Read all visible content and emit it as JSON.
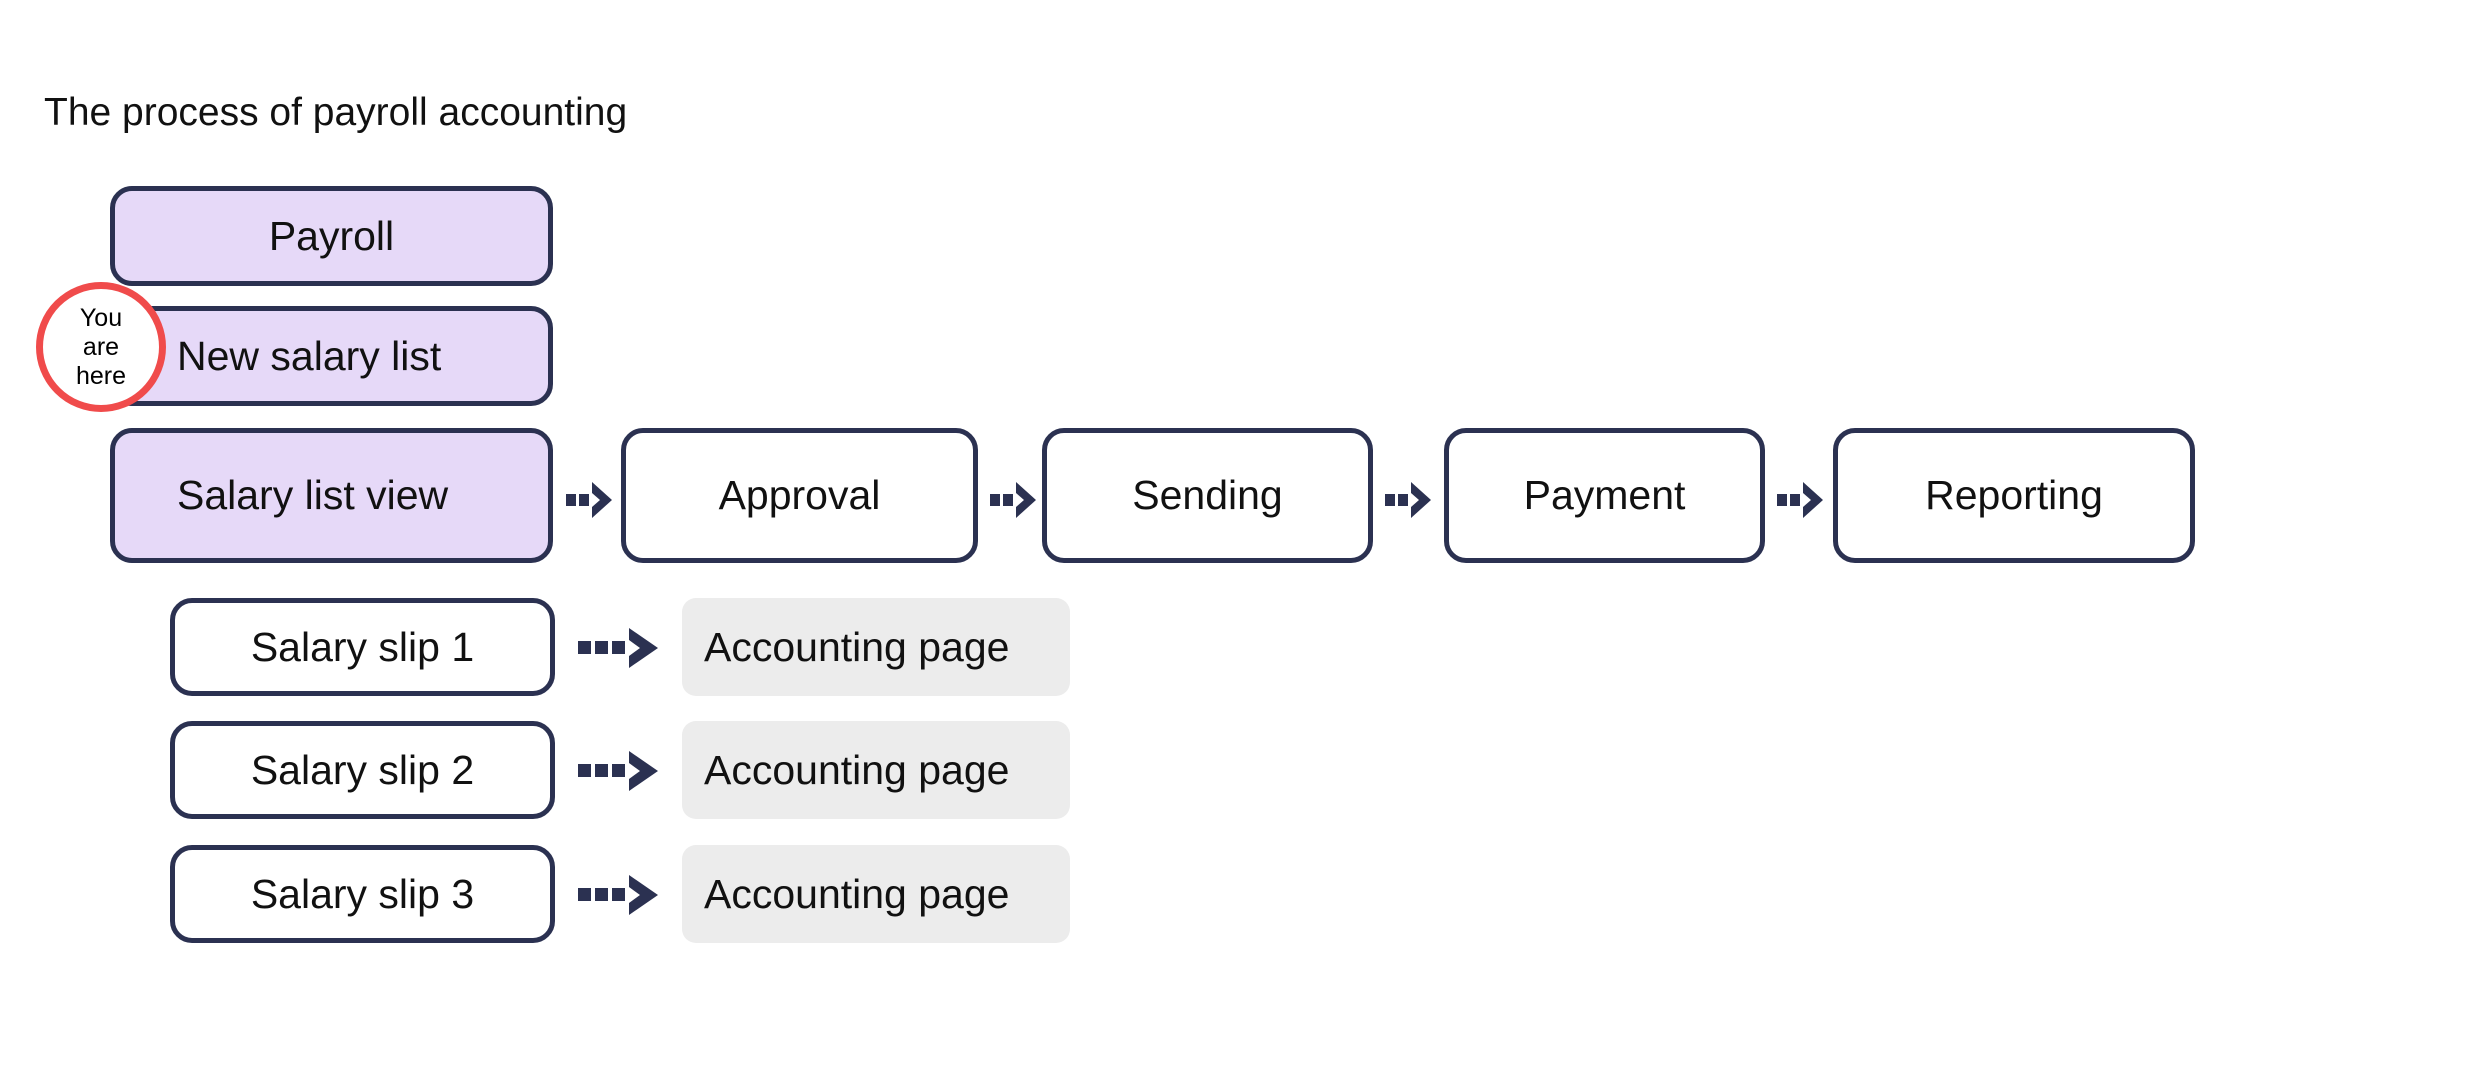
{
  "title": "The process of payroll accounting",
  "colors": {
    "node_border": "#2B3151",
    "purple_fill": "#E6D9F8",
    "white_fill": "#FFFFFF",
    "chip_fill": "#ECECEC",
    "marker_ring": "#F04B4B",
    "arrow": "#2B3151",
    "text": "#111111",
    "background": "#FFFFFF"
  },
  "marker": {
    "line1": "You",
    "line2": "are",
    "line3": "here"
  },
  "stack": {
    "payroll": "Payroll",
    "new_salary_list": "New salary list",
    "salary_list_view": "Salary list view"
  },
  "flow": {
    "steps": [
      {
        "label": "Approval"
      },
      {
        "label": "Sending"
      },
      {
        "label": "Payment"
      },
      {
        "label": "Reporting"
      }
    ]
  },
  "slips": [
    {
      "slip": "Salary slip 1",
      "page": "Accounting page"
    },
    {
      "slip": "Salary slip 2",
      "page": "Accounting page"
    },
    {
      "slip": "Salary slip 3",
      "page": "Accounting page"
    }
  ]
}
